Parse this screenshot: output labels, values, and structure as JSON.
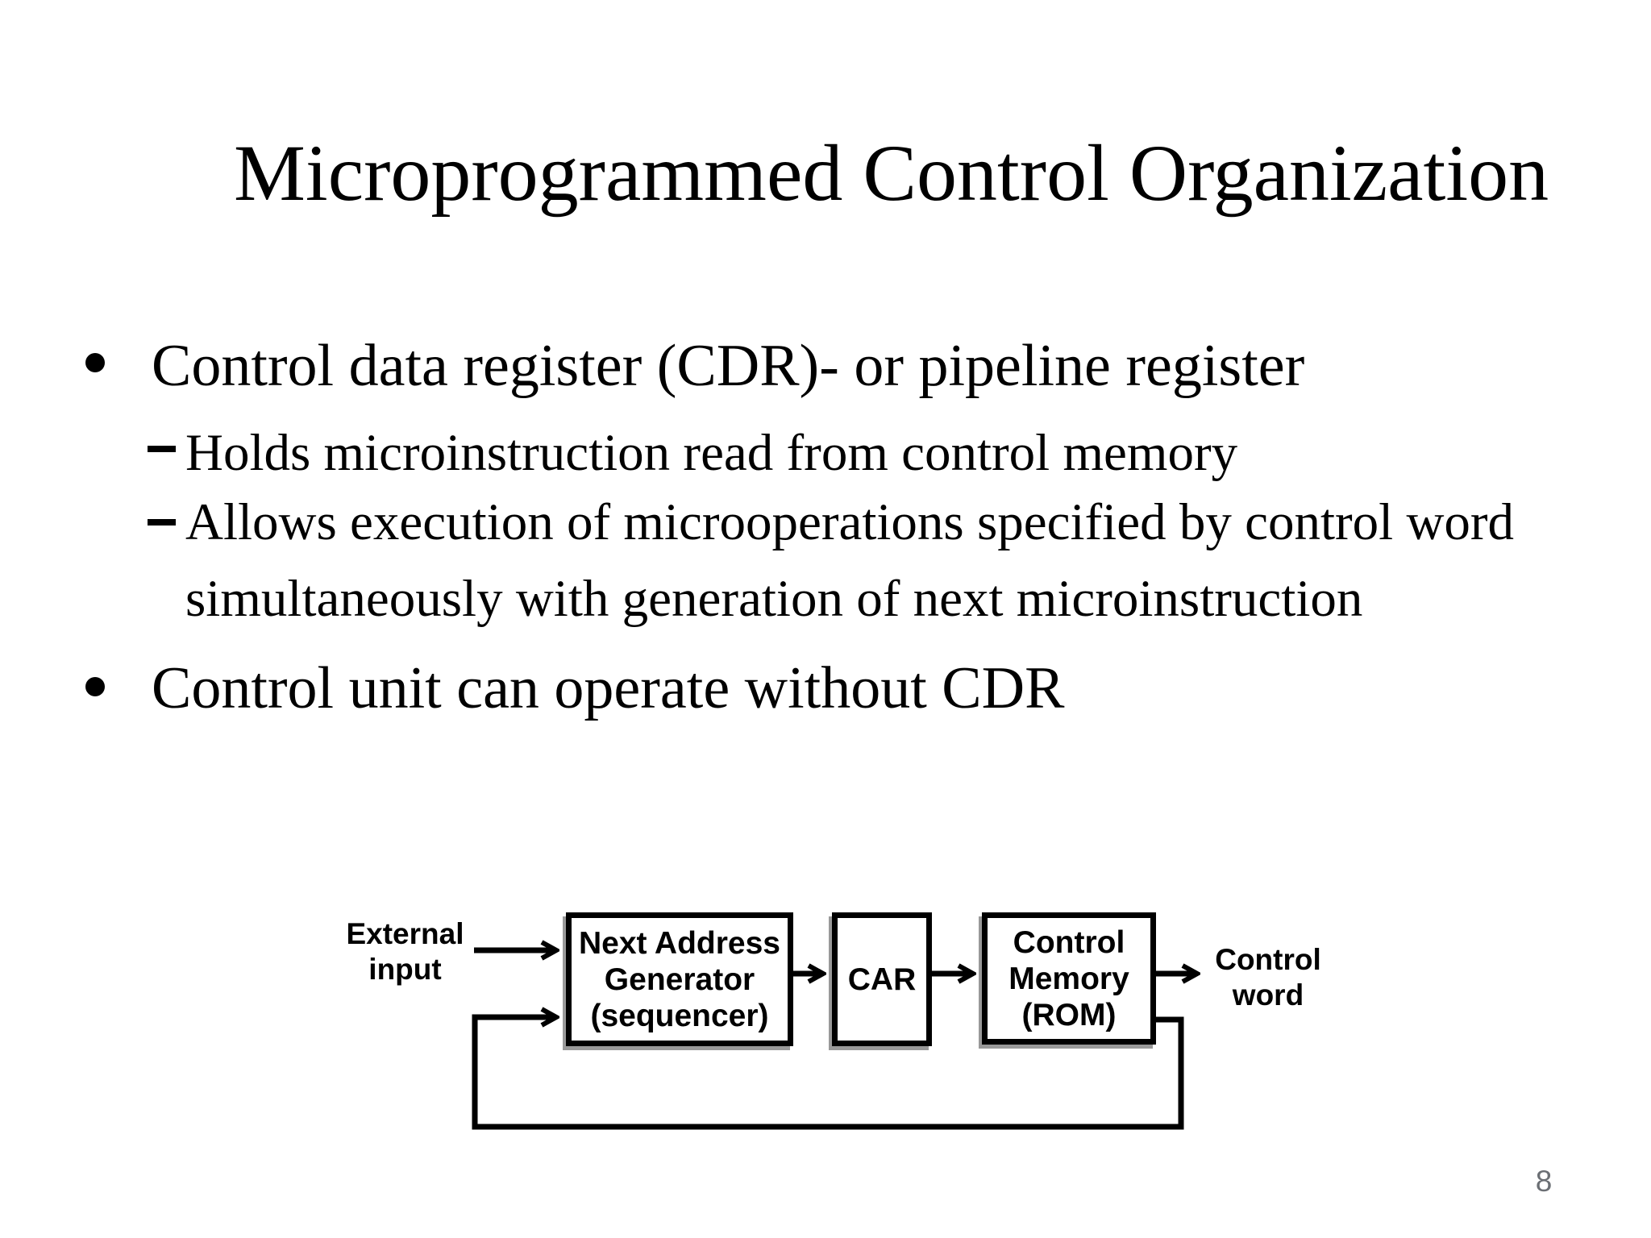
{
  "slide": {
    "title": "Microprogrammed Control Organization",
    "page_number": "8",
    "bullets": [
      {
        "level": 1,
        "marker": "•",
        "text": "Control data register (CDR)- or pipeline register"
      },
      {
        "level": 2,
        "marker": "–",
        "text": "Holds microinstruction read from control memory"
      },
      {
        "level": 2,
        "marker": "–",
        "text": "Allows execution of microoperations specified by control word simultaneously with generation of next microinstruction"
      },
      {
        "level": 1,
        "marker": "•",
        "text": "Control unit can operate without CDR"
      }
    ]
  },
  "diagram": {
    "line_color": "#000000",
    "external_input": {
      "lines": [
        "External",
        "input"
      ]
    },
    "boxes": [
      {
        "id": "next-address-generator",
        "lines": [
          "Next Address",
          "Generator",
          "(sequencer)"
        ]
      },
      {
        "id": "car",
        "lines": [
          "CAR"
        ]
      },
      {
        "id": "control-memory-rom",
        "lines": [
          "Control",
          "Memory",
          "(ROM)"
        ]
      }
    ],
    "control_word": {
      "lines": [
        "Control",
        "word"
      ]
    }
  }
}
